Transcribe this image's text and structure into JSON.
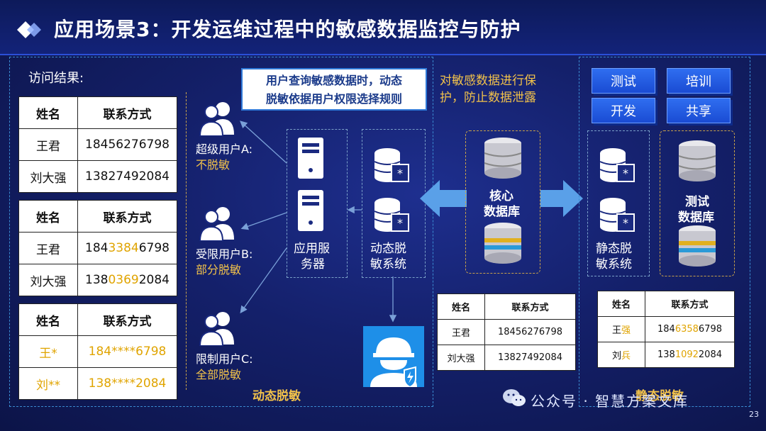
{
  "title": "应用场景3：开发运维过程中的敏感数据监控与防护",
  "left": {
    "result_label": "访问结果:",
    "headers": [
      "姓名",
      "联系方式"
    ],
    "table_a": [
      [
        "王君",
        "18456276798"
      ],
      [
        "刘大强",
        "13827492084"
      ]
    ],
    "table_b": [
      {
        "name": "王君",
        "phone_pre": "184",
        "phone_mid": "3384",
        "phone_post": "6798"
      },
      {
        "name": "刘大强",
        "phone_pre": "138",
        "phone_mid": "0369",
        "phone_post": "2084"
      }
    ],
    "table_c": [
      [
        "王*",
        "184****6798"
      ],
      [
        "刘**",
        "138****2084"
      ]
    ],
    "users": [
      {
        "name": "超级用户A:",
        "policy": "不脱敏"
      },
      {
        "name": "受限用户B:",
        "policy": "部分脱敏"
      },
      {
        "name": "限制用户C:",
        "policy": "全部脱敏"
      }
    ],
    "note": [
      "用户查询敏感数据时，动态",
      "脱敏依据用户权限选择规则"
    ],
    "app_server": [
      "应用服",
      "务器"
    ],
    "dynamic_system": [
      "动态脱",
      "敏系统"
    ],
    "caption": "动态脱敏"
  },
  "center": {
    "protect_text": [
      "对敏感数据进行保",
      "护，防止数据泄露"
    ],
    "core_db": [
      "核心",
      "数据库"
    ],
    "headers": [
      "姓名",
      "联系方式"
    ],
    "table": [
      [
        "王君",
        "18456276798"
      ],
      [
        "刘大强",
        "13827492084"
      ]
    ]
  },
  "right": {
    "tiles": [
      "测试",
      "培训",
      "开发",
      "共享"
    ],
    "static_system": [
      "静态脱",
      "敏系统"
    ],
    "test_db": [
      "测试",
      "数据库"
    ],
    "headers": [
      "姓名",
      "联系方式"
    ],
    "table": [
      {
        "name_pre": "王",
        "name_gold": "强",
        "phone_pre": "184",
        "phone_mid": "6358",
        "phone_post": "6798"
      },
      {
        "name_pre": "刘",
        "name_gold": "兵",
        "phone_pre": "138",
        "phone_mid": "1092",
        "phone_post": "2084"
      }
    ],
    "caption": "静态脱敏"
  },
  "footer": {
    "watermark": "公众号 · 智慧方案文库",
    "page_number": "23"
  },
  "colors": {
    "accent_gold": "#f2c24a",
    "table_gold": "#e0a400",
    "panel_border": "#3a8ad0",
    "tile_blue": "#1a4bd3"
  }
}
